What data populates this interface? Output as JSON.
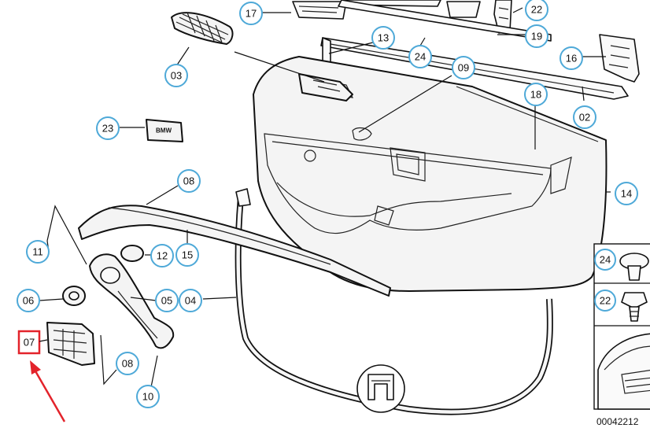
{
  "highlight": {
    "label": "07",
    "color": "#e3232b"
  },
  "callout_color": "#4ea9d8",
  "callouts": {
    "c17": "17",
    "c22_top": "22",
    "c13": "13",
    "c19": "19",
    "c03": "03",
    "c24_top": "24",
    "c16": "16",
    "c09": "09",
    "c18": "18",
    "c02": "02",
    "c23": "23",
    "c08_top": "08",
    "c14": "14",
    "c11": "11",
    "c12": "12",
    "c15": "15",
    "c06": "06",
    "c05": "05",
    "c04": "04",
    "c08_bottom": "08",
    "c10": "10"
  },
  "inset": {
    "row_24": "24",
    "row_22": "22"
  },
  "emblem_text": "BMW",
  "doc_number": "00042212"
}
